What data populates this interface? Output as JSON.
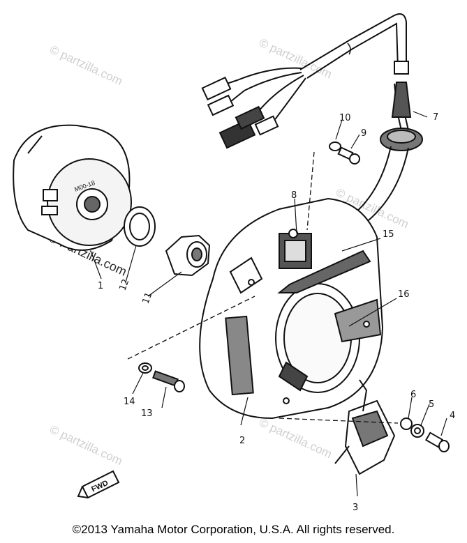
{
  "diagram": {
    "callouts": [
      {
        "id": "1",
        "label": "1"
      },
      {
        "id": "2",
        "label": "2"
      },
      {
        "id": "3",
        "label": "3"
      },
      {
        "id": "4",
        "label": "4"
      },
      {
        "id": "5",
        "label": "5"
      },
      {
        "id": "6",
        "label": "6"
      },
      {
        "id": "7",
        "label": "7"
      },
      {
        "id": "8",
        "label": "8"
      },
      {
        "id": "9",
        "label": "9"
      },
      {
        "id": "10",
        "label": "10"
      },
      {
        "id": "11",
        "label": "11"
      },
      {
        "id": "12",
        "label": "12"
      },
      {
        "id": "13",
        "label": "13"
      },
      {
        "id": "14",
        "label": "14"
      },
      {
        "id": "15",
        "label": "15"
      },
      {
        "id": "16",
        "label": "16"
      }
    ],
    "rotor_marking": "M00-18",
    "fwd_label": "FWD",
    "watermark": "© Partzilla.com",
    "watermark_faint": "© partzilla.com"
  },
  "footer": {
    "copyright": "©2013 Yamaha Motor Corporation, U.S.A. All rights reserved."
  }
}
